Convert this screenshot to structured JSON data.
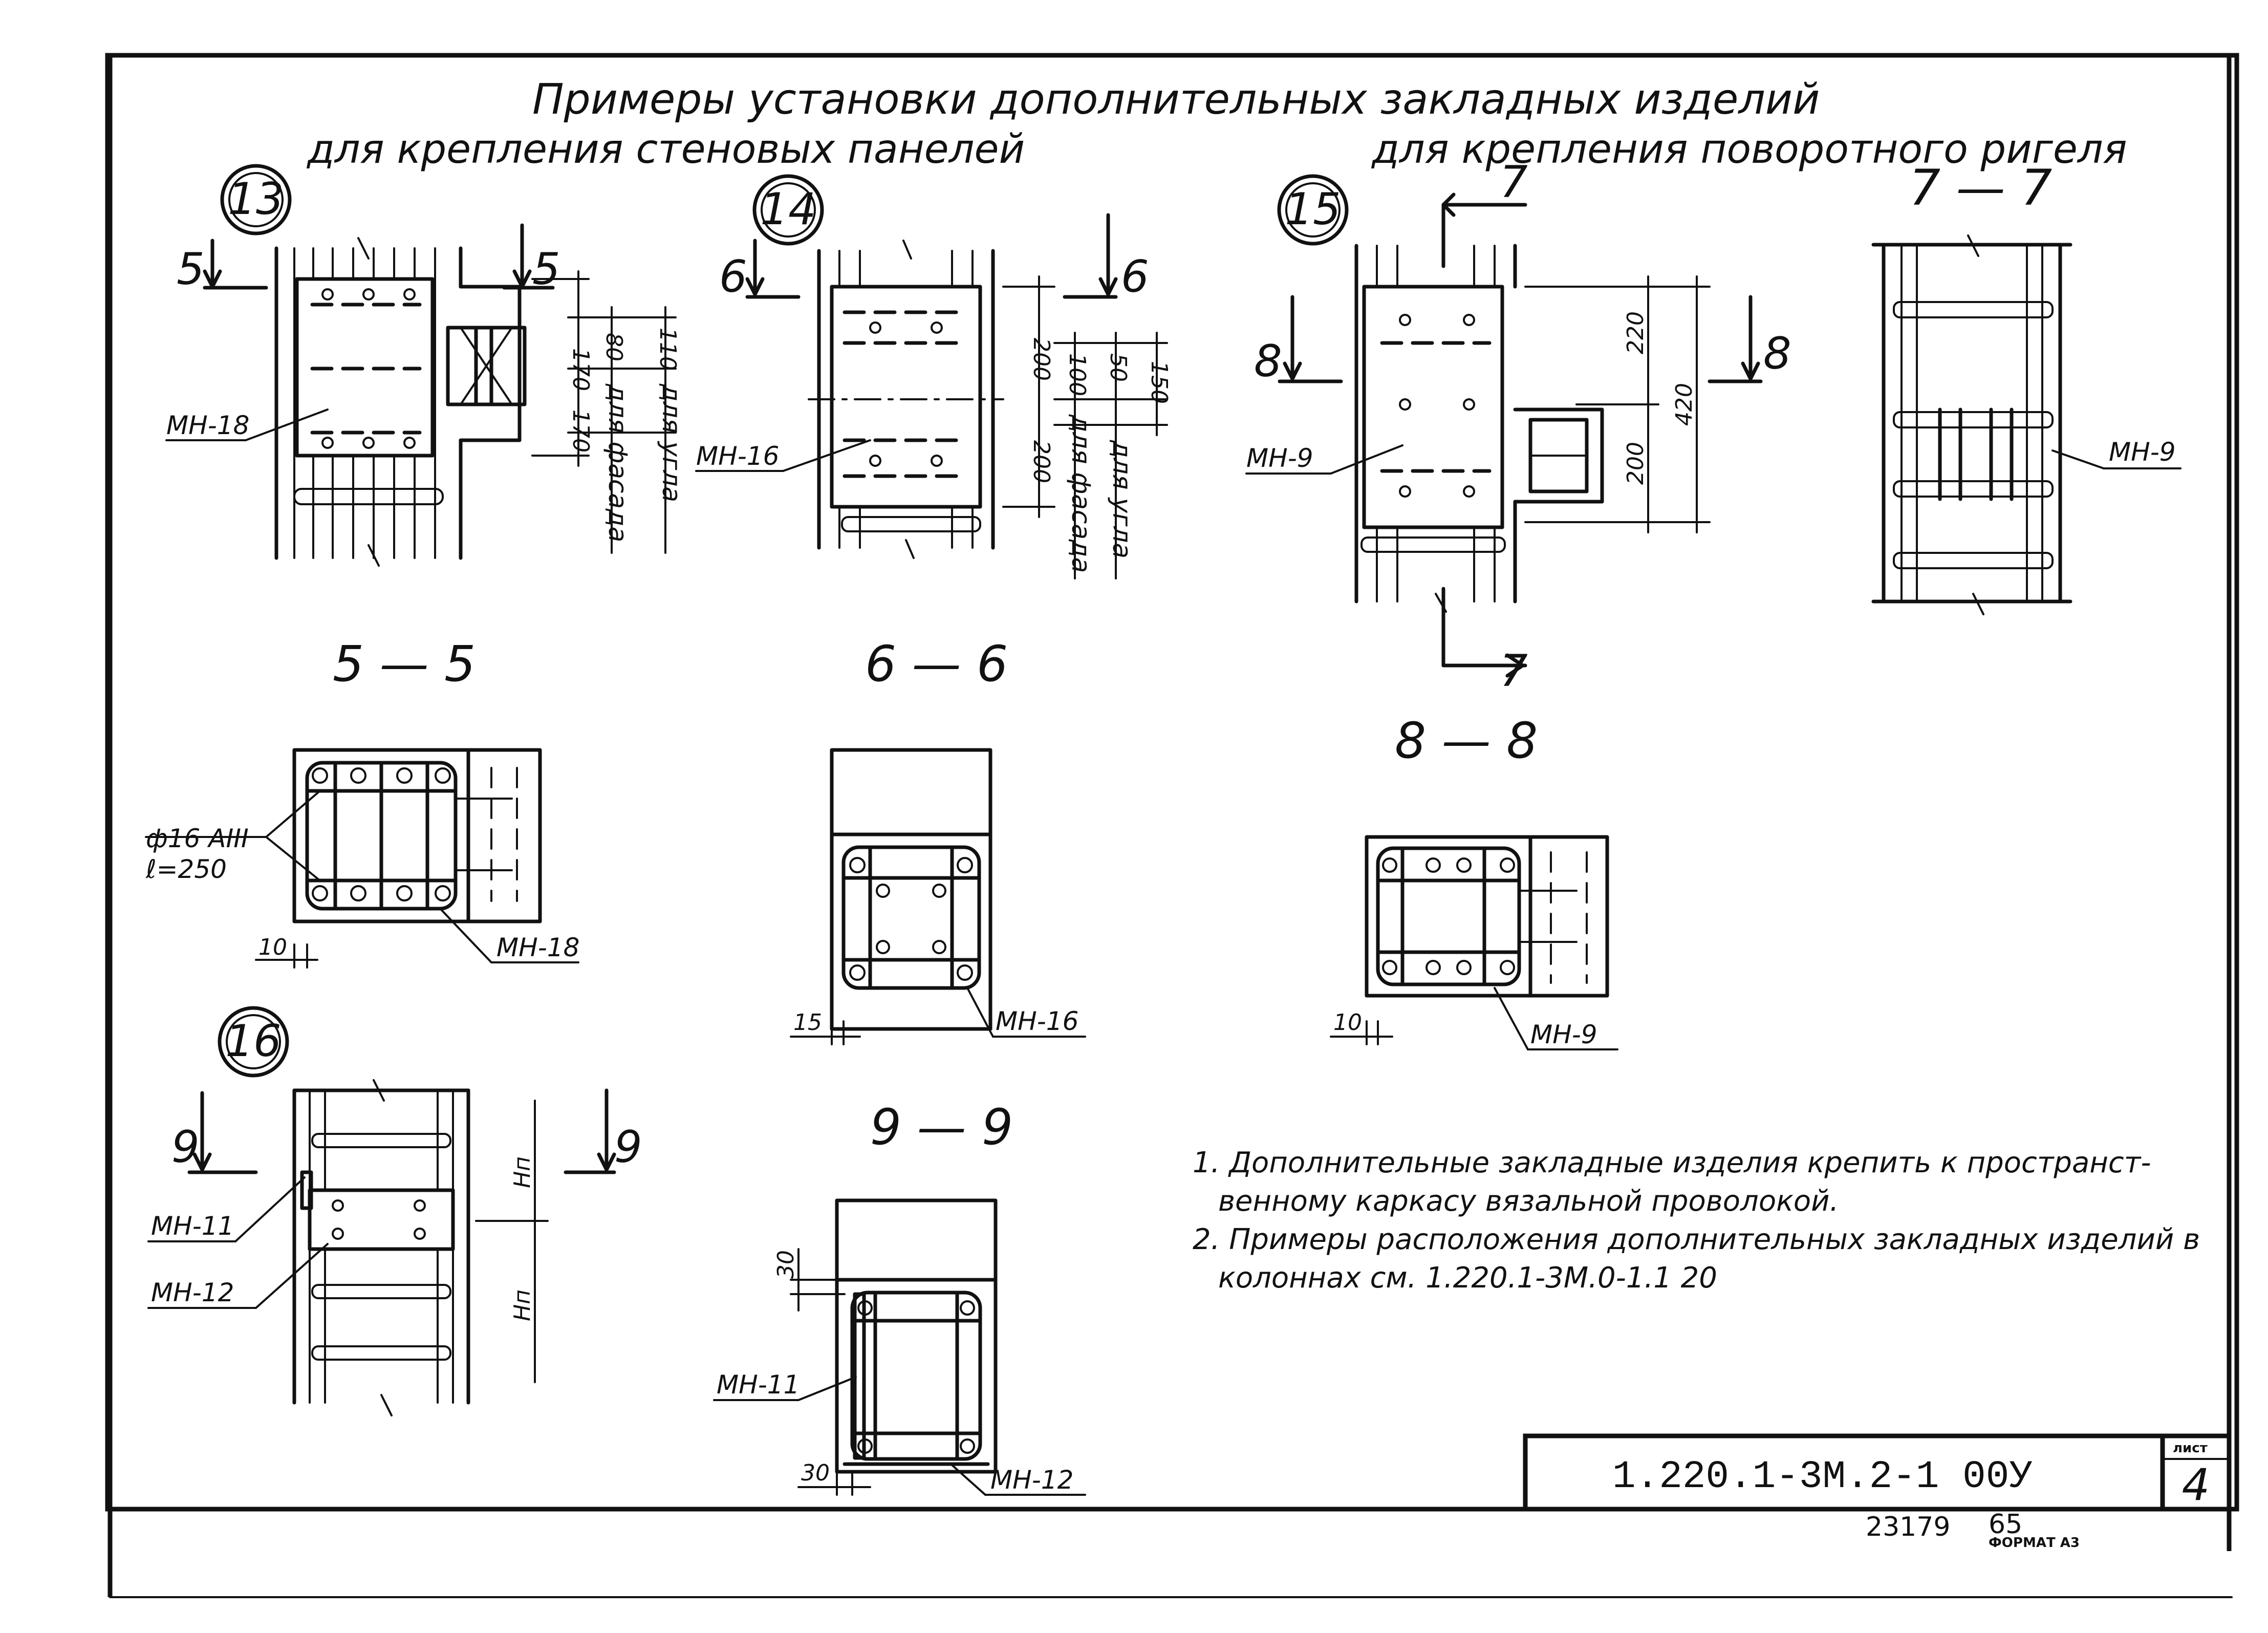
{
  "title": "Примеры установки дополнительных закладных изделий",
  "subtitle_left": "для крепления стеновых панелей",
  "subtitle_right": "для крепления поворотного ригеля",
  "node_markers": [
    "13",
    "14",
    "15",
    "16"
  ],
  "section_labels": {
    "s5": "5 — 5",
    "s6": "6 — 6",
    "s7": "7 — 7",
    "s8": "8 — 8",
    "s9": "9 — 9"
  },
  "cut_marks": {
    "c5": "5",
    "c6": "6",
    "c7": "7",
    "c8": "8",
    "c9": "9"
  },
  "part_labels": {
    "mn18": "МН-18",
    "mn16": "МН-16",
    "mn9": "МН-9",
    "mn11": "МН-11",
    "mn12": "МН-12"
  },
  "rebar_note": {
    "line1": "ф16 АIII",
    "line2": "ℓ=250"
  },
  "dimensions": {
    "d170": "170",
    "d80": "80",
    "d110": "110",
    "d200": "200",
    "d100": "100",
    "d50": "50",
    "d150": "150",
    "d220": "220",
    "d420": "420",
    "d10": "10",
    "d15": "15",
    "d30": "30",
    "hn": "Нп"
  },
  "dim_notes": {
    "facade": "для фасада",
    "corner": "для угла"
  },
  "notes": [
    "1. Дополнительные закладные изделия крепить к пространст-",
    "венному каркасу вязальной проволокой.",
    "2. Примеры расположения дополнительных закладных изделий в",
    "колоннах см. 1.220.1-3М.0-1.1 20"
  ],
  "title_block": {
    "code": "1.220.1-3М.2-1    00У",
    "sheet_label": "лист",
    "sheet_number": "4"
  },
  "footer": {
    "inventory": "23179",
    "copy": "65",
    "format": "ФОРМАТ А3"
  }
}
